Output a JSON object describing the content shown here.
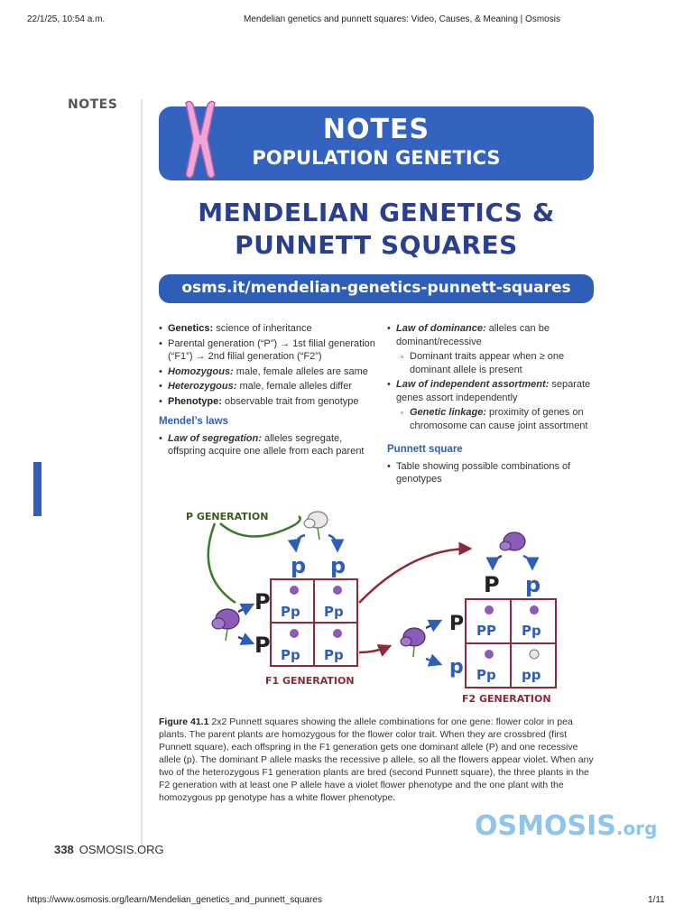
{
  "print_header": {
    "datetime": "22/1/25, 10:54 a.m.",
    "page_title": "Mendelian genetics and punnett squares: Video, Causes, & Meaning | Osmosis"
  },
  "print_footer": {
    "url": "https://www.osmosis.org/learn/Mendelian_genetics_and_punnett_squares",
    "page_count": "1/11"
  },
  "side_label": "NOTES",
  "banner": {
    "title": "NOTES",
    "subtitle": "POPULATION GENETICS"
  },
  "main_title": {
    "line1": "MENDELIAN GENETICS &",
    "line2": "PUNNETT SQUARES"
  },
  "url_bar": "osms.it/mendelian-genetics-punnett-squares",
  "left_col": {
    "items": [
      {
        "term": "Genetics:",
        "text": " science of inheritance"
      },
      {
        "term": "",
        "text": "Parental generation (“P”) → 1st filial generation (“F1”) → 2nd filial generation (“F2”)"
      },
      {
        "term": "Homozygous:",
        "text": " male, female alleles are same"
      },
      {
        "term": "Heterozygous:",
        "text": " male, female alleles differ"
      },
      {
        "term": "Phenotype:",
        "text": " observable trait from genotype"
      }
    ],
    "mendel_heading": "Mendel’s laws",
    "mendel_items": [
      {
        "term": "Law of segregation:",
        "text": " alleles segregate, offspring acquire one allele from each parent"
      }
    ]
  },
  "right_col": {
    "items": [
      {
        "term": "Law of dominance:",
        "text": " alleles can be dominant/recessive",
        "sub": false
      },
      {
        "term": "",
        "text": "Dominant traits appear when ≥ one dominant allele is present",
        "sub": true
      },
      {
        "term": "Law of independent assortment:",
        "text": " separate genes assort independently",
        "sub": false
      },
      {
        "term": "Genetic linkage:",
        "text": " proximity of genes on chromosome can cause joint assortment",
        "sub": true
      }
    ],
    "punnett_heading": "Punnett square",
    "punnett_items": [
      {
        "term": "",
        "text": "Table showing possible combinations of genotypes"
      }
    ]
  },
  "diagram": {
    "p_generation_label": "P GENERATION",
    "f1_label": "F1 GENERATION",
    "f2_label": "F2 GENERATION",
    "f1_top_alleles": [
      "p",
      "p"
    ],
    "f1_side_alleles": [
      "P",
      "P"
    ],
    "f1_cells": [
      "Pp",
      "Pp",
      "Pp",
      "Pp"
    ],
    "f2_top_alleles": [
      "P",
      "p"
    ],
    "f2_side_alleles": [
      "P",
      "p"
    ],
    "f2_cells": [
      "PP",
      "Pp",
      "Pp",
      "pp"
    ],
    "colors": {
      "violet": "#8a5bb8",
      "white_flower": "#e8e8e8",
      "box": "#8b2a3a",
      "allele_blue": "#2f5eb8",
      "arrow_green": "#3d7a2a"
    }
  },
  "caption": {
    "label": "Figure 41.1",
    "text": " 2x2 Punnett squares showing the allele combinations for one gene: flower color in pea plants. The parent plants are homozygous for the flower color trait. When they are crossbred (first Punnett square), each offspring in the F1 generation gets one dominant allele (P) and one recessive allele (p). The dominant P allele masks the recessive p allele, so all the flowers appear violet. When any two of the heterozygous F1 generation plants are bred (second Punnett square), the three plants in the F2 generation with at least one P allele have a violet flower phenotype and the one plant with the homozygous pp genotype has a white flower phenotype."
  },
  "page_number": "338",
  "publisher": "OSMOSIS.ORG",
  "logo": {
    "main": "OSMOSIS",
    "suffix": ".org"
  }
}
